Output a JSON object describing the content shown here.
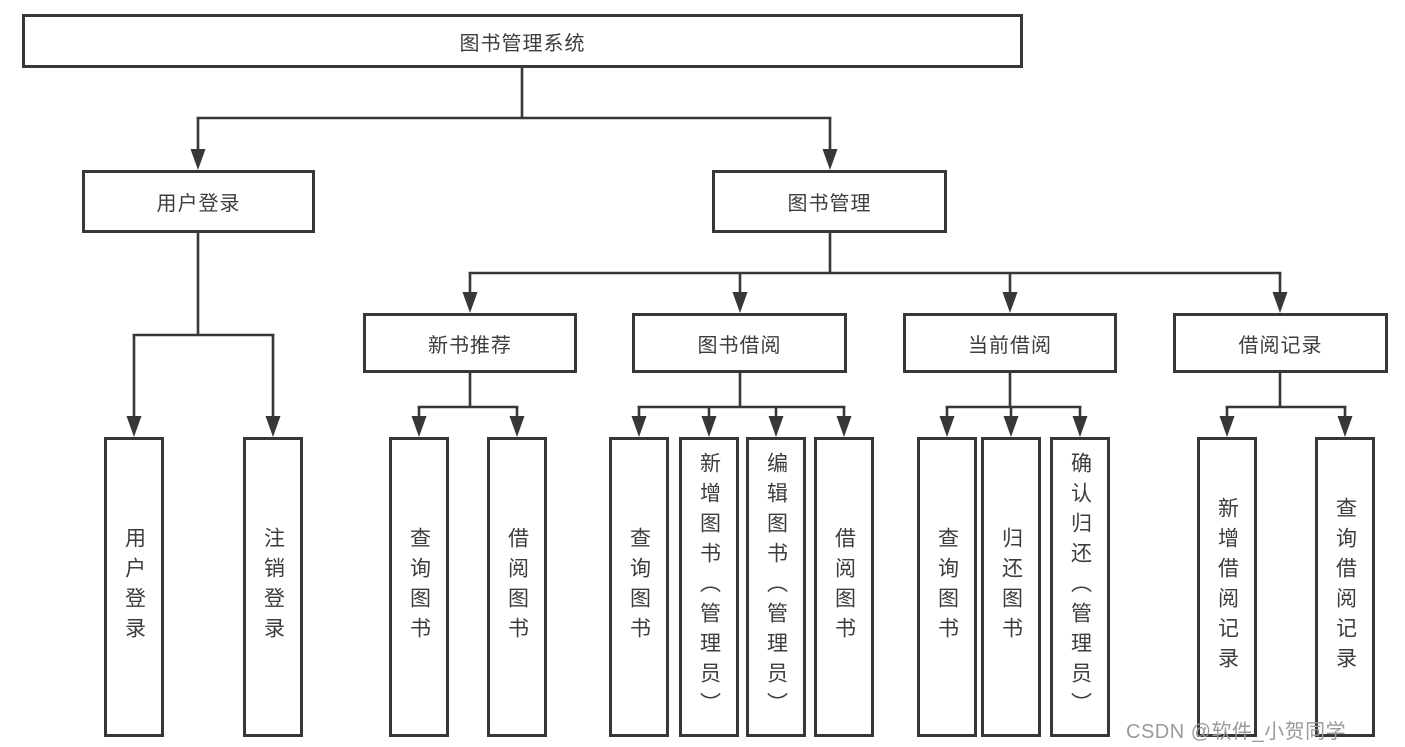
{
  "diagram_title": "图书管理系统",
  "tree": {
    "label": "图书管理系统",
    "children": [
      {
        "label": "用户登录",
        "children": [
          {
            "label": "用户登录"
          },
          {
            "label": "注销登录"
          }
        ]
      },
      {
        "label": "图书管理",
        "children": [
          {
            "label": "新书推荐",
            "children": [
              {
                "label": "查询图书"
              },
              {
                "label": "借阅图书"
              }
            ]
          },
          {
            "label": "图书借阅",
            "children": [
              {
                "label": "查询图书"
              },
              {
                "label": "新增图书（管理员）"
              },
              {
                "label": "编辑图书（管理员）"
              },
              {
                "label": "借阅图书"
              }
            ]
          },
          {
            "label": "当前借阅",
            "children": [
              {
                "label": "查询图书"
              },
              {
                "label": "归还图书"
              },
              {
                "label": "确认归还（管理员）"
              }
            ]
          },
          {
            "label": "借阅记录",
            "children": [
              {
                "label": "新增借阅记录"
              },
              {
                "label": "查询借阅记录"
              }
            ]
          }
        ]
      }
    ]
  },
  "watermark": {
    "text": "CSDN @软件_小贺同学"
  },
  "colors": {
    "line": "#373737",
    "box_border": "#373737",
    "text": "#3d3d3d",
    "watermark": "#9a9a9a",
    "background": "#ffffff"
  }
}
